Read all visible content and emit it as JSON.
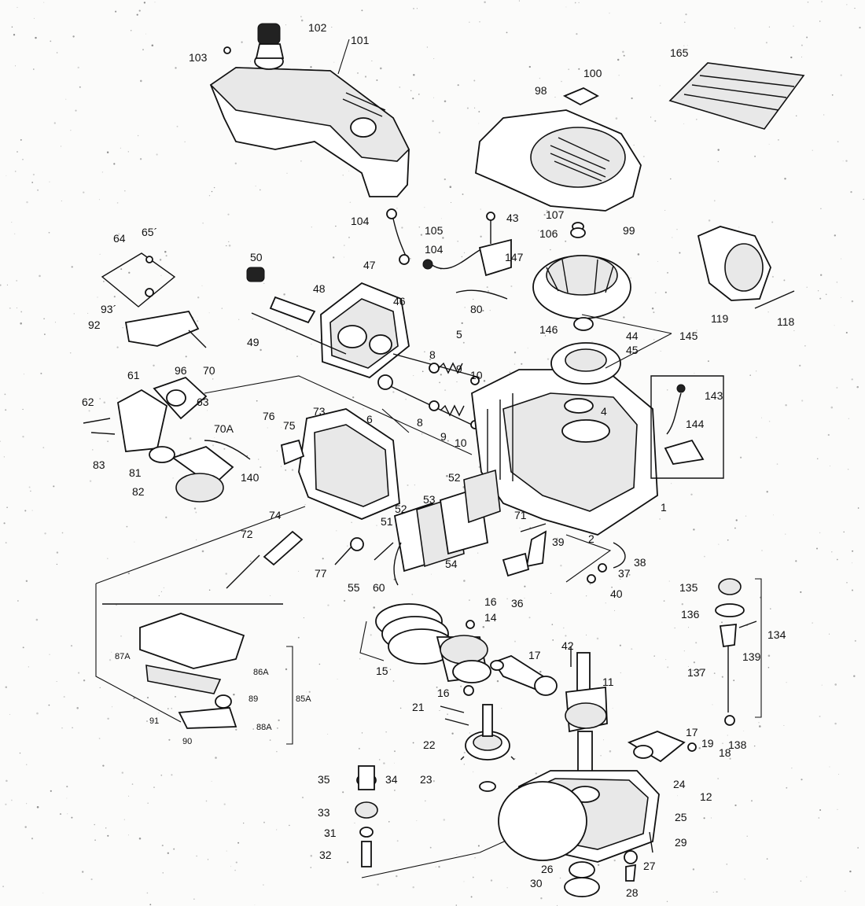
{
  "labels": [
    {
      "key": "l102",
      "text": "102"
    },
    {
      "key": "l101",
      "text": "101"
    },
    {
      "key": "l103",
      "text": "103"
    },
    {
      "key": "l165",
      "text": "165"
    },
    {
      "key": "l100",
      "text": "100"
    },
    {
      "key": "l98",
      "text": "98"
    },
    {
      "key": "l104a",
      "text": "104"
    },
    {
      "key": "l105",
      "text": "105"
    },
    {
      "key": "l104b",
      "text": "104"
    },
    {
      "key": "l43",
      "text": "43"
    },
    {
      "key": "l147",
      "text": "147"
    },
    {
      "key": "l107",
      "text": "107"
    },
    {
      "key": "l106",
      "text": "106"
    },
    {
      "key": "l99",
      "text": "99"
    },
    {
      "key": "l64",
      "text": "64"
    },
    {
      "key": "l65",
      "text": "65´"
    },
    {
      "key": "l50",
      "text": "50"
    },
    {
      "key": "l47",
      "text": "47"
    },
    {
      "key": "l48",
      "text": "48"
    },
    {
      "key": "l46",
      "text": "46"
    },
    {
      "key": "l49",
      "text": "49"
    },
    {
      "key": "l80",
      "text": "80"
    },
    {
      "key": "l119",
      "text": "119"
    },
    {
      "key": "l118",
      "text": "118"
    },
    {
      "key": "l146",
      "text": "146"
    },
    {
      "key": "l44",
      "text": "44"
    },
    {
      "key": "l45",
      "text": "45"
    },
    {
      "key": "l145",
      "text": "145"
    },
    {
      "key": "l93",
      "text": "93´"
    },
    {
      "key": "l92",
      "text": "92"
    },
    {
      "key": "l96",
      "text": "96"
    },
    {
      "key": "l70",
      "text": "70"
    },
    {
      "key": "l5",
      "text": "5"
    },
    {
      "key": "l8a",
      "text": "8"
    },
    {
      "key": "l9a",
      "text": "9"
    },
    {
      "key": "l10a",
      "text": "10"
    },
    {
      "key": "l143",
      "text": "143"
    },
    {
      "key": "l61",
      "text": "61"
    },
    {
      "key": "l62",
      "text": "62"
    },
    {
      "key": "l63",
      "text": "63"
    },
    {
      "key": "l6",
      "text": "6"
    },
    {
      "key": "l8b",
      "text": "8"
    },
    {
      "key": "l9b",
      "text": "9"
    },
    {
      "key": "l10b",
      "text": "10"
    },
    {
      "key": "l4",
      "text": "4"
    },
    {
      "key": "l144",
      "text": "144"
    },
    {
      "key": "l76",
      "text": "76"
    },
    {
      "key": "l75",
      "text": "75"
    },
    {
      "key": "l73",
      "text": "73"
    },
    {
      "key": "l70A",
      "text": "70A"
    },
    {
      "key": "l83",
      "text": "83"
    },
    {
      "key": "l81",
      "text": "81"
    },
    {
      "key": "l140",
      "text": "140"
    },
    {
      "key": "l82",
      "text": "82"
    },
    {
      "key": "l52a",
      "text": "52"
    },
    {
      "key": "l1",
      "text": "1"
    },
    {
      "key": "l53",
      "text": "53"
    },
    {
      "key": "l52b",
      "text": "52"
    },
    {
      "key": "l71",
      "text": "71"
    },
    {
      "key": "l2",
      "text": "2"
    },
    {
      "key": "l51",
      "text": "51"
    },
    {
      "key": "l39",
      "text": "39"
    },
    {
      "key": "l74",
      "text": "74"
    },
    {
      "key": "l72",
      "text": "72"
    },
    {
      "key": "l54",
      "text": "54"
    },
    {
      "key": "l38",
      "text": "38"
    },
    {
      "key": "l37",
      "text": "37"
    },
    {
      "key": "l77",
      "text": "77"
    },
    {
      "key": "l55",
      "text": "55"
    },
    {
      "key": "l60",
      "text": "60"
    },
    {
      "key": "l40",
      "text": "40"
    },
    {
      "key": "l36",
      "text": "36"
    },
    {
      "key": "l135",
      "text": "135"
    },
    {
      "key": "l136",
      "text": "136"
    },
    {
      "key": "l16a",
      "text": "16"
    },
    {
      "key": "l14",
      "text": "14"
    },
    {
      "key": "l134",
      "text": "134"
    },
    {
      "key": "l139",
      "text": "139"
    },
    {
      "key": "l87A",
      "text": "87A"
    },
    {
      "key": "l86A",
      "text": "86A"
    },
    {
      "key": "l15",
      "text": "15"
    },
    {
      "key": "l17a",
      "text": "17"
    },
    {
      "key": "l42",
      "text": "42"
    },
    {
      "key": "l11",
      "text": "11"
    },
    {
      "key": "l137",
      "text": "137"
    },
    {
      "key": "l89",
      "text": "89"
    },
    {
      "key": "l85A",
      "text": "85A"
    },
    {
      "key": "l16b",
      "text": "16"
    },
    {
      "key": "l21",
      "text": "21"
    },
    {
      "key": "l91",
      "text": "91"
    },
    {
      "key": "l88A",
      "text": "88A"
    },
    {
      "key": "l90",
      "text": "90"
    },
    {
      "key": "l138",
      "text": "138"
    },
    {
      "key": "l17b",
      "text": "17"
    },
    {
      "key": "l19",
      "text": "19"
    },
    {
      "key": "l22",
      "text": "22"
    },
    {
      "key": "l18",
      "text": "18"
    },
    {
      "key": "l35",
      "text": "35"
    },
    {
      "key": "l34",
      "text": "34"
    },
    {
      "key": "l23",
      "text": "23"
    },
    {
      "key": "l24",
      "text": "24"
    },
    {
      "key": "l12",
      "text": "12"
    },
    {
      "key": "l33",
      "text": "33"
    },
    {
      "key": "l25",
      "text": "25"
    },
    {
      "key": "l31",
      "text": "31"
    },
    {
      "key": "l29",
      "text": "29"
    },
    {
      "key": "l32",
      "text": "32"
    },
    {
      "key": "l27",
      "text": "27"
    },
    {
      "key": "l26",
      "text": "26"
    },
    {
      "key": "l30",
      "text": "30"
    },
    {
      "key": "l28",
      "text": "28"
    }
  ]
}
